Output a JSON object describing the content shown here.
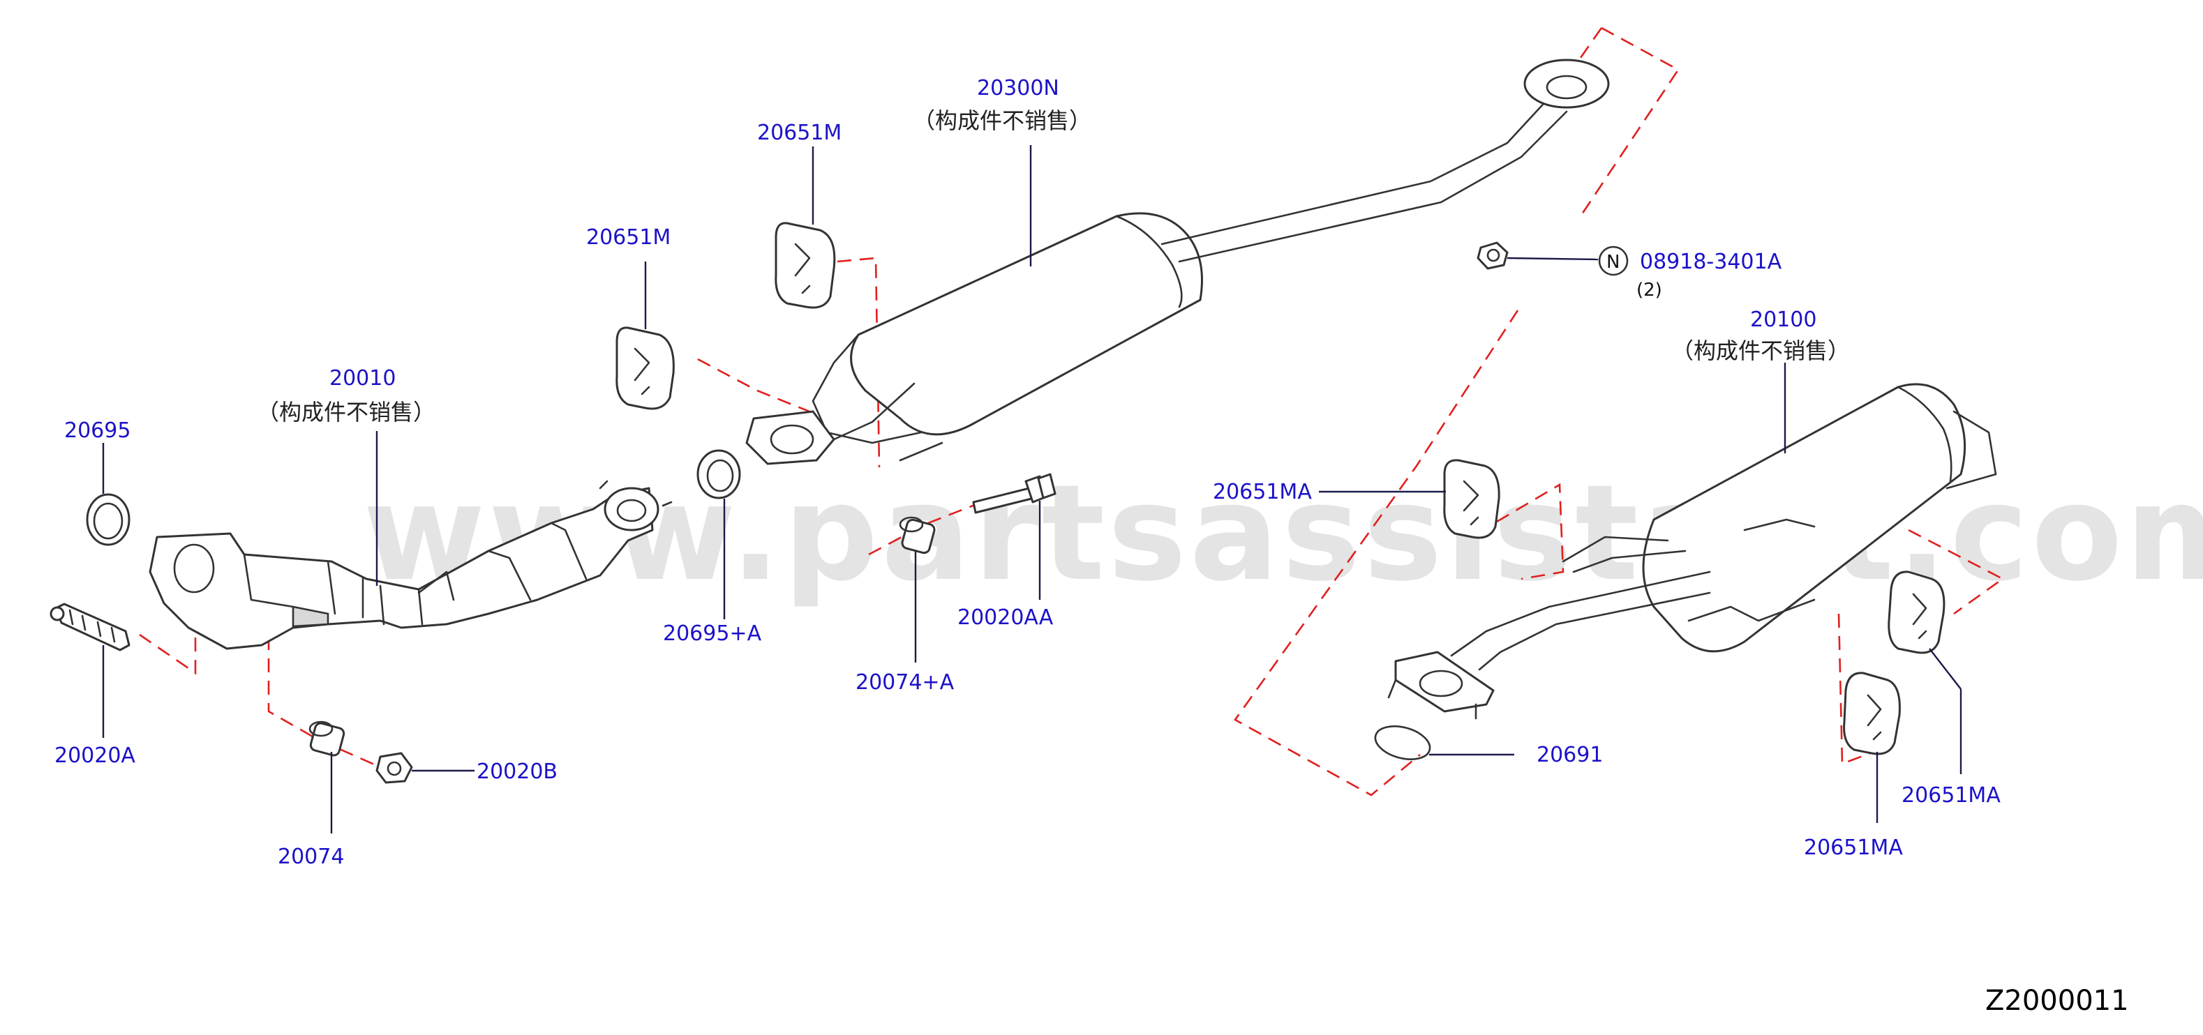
{
  "watermark": "www.partsassistant.com",
  "diagram_code": "Z2000011",
  "not_sold_note": "（构成件不销售）",
  "nut_symbol": "N",
  "nut_quantity": "(2)",
  "labels": {
    "p20300N": "20300N",
    "p20651M_top": "20651M",
    "p20651M_left": "20651M",
    "p20010": "20010",
    "p20695": "20695",
    "p20020A": "20020A",
    "p20074": "20074",
    "p20020B": "20020B",
    "p20695A": "20695+A",
    "p20074A": "20074+A",
    "p20020AA": "20020AA",
    "p08918": "08918-3401A",
    "p20100": "20100",
    "p20651MA_left": "20651MA",
    "p20691": "20691",
    "p20651MA_right": "20651MA",
    "p20651MA_bottom": "20651MA"
  },
  "colors": {
    "label_blue": "#1b12c8",
    "dashed_red": "#e0201e",
    "line_dark": "#333333"
  }
}
